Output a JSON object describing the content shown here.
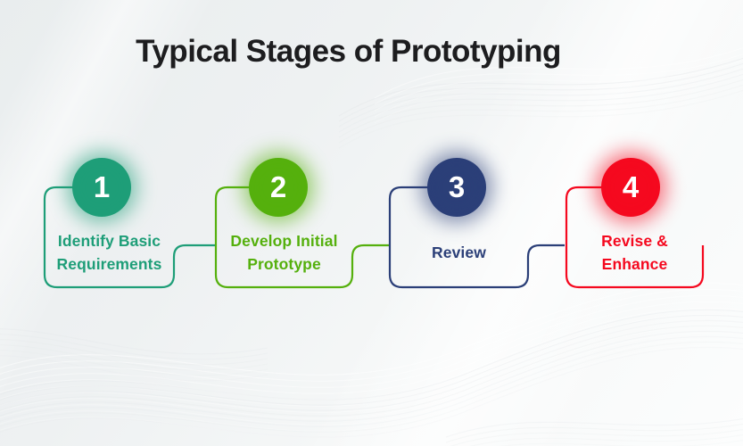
{
  "title": "Typical Stages of Prototyping",
  "stages": [
    {
      "number": "1",
      "label": "Identify Basic\nRequirements",
      "color": "#1e9e78"
    },
    {
      "number": "2",
      "label": "Develop Initial\nPrototype",
      "color": "#55b00d"
    },
    {
      "number": "3",
      "label": "Review",
      "color": "#2b3f78"
    },
    {
      "number": "4",
      "label": "Revise &\nEnhance",
      "color": "#f5091f"
    }
  ],
  "colors": {
    "title_text": "#1d1d1f",
    "background_base": "#e9edee",
    "background_highlight": "#fcfdfd"
  }
}
